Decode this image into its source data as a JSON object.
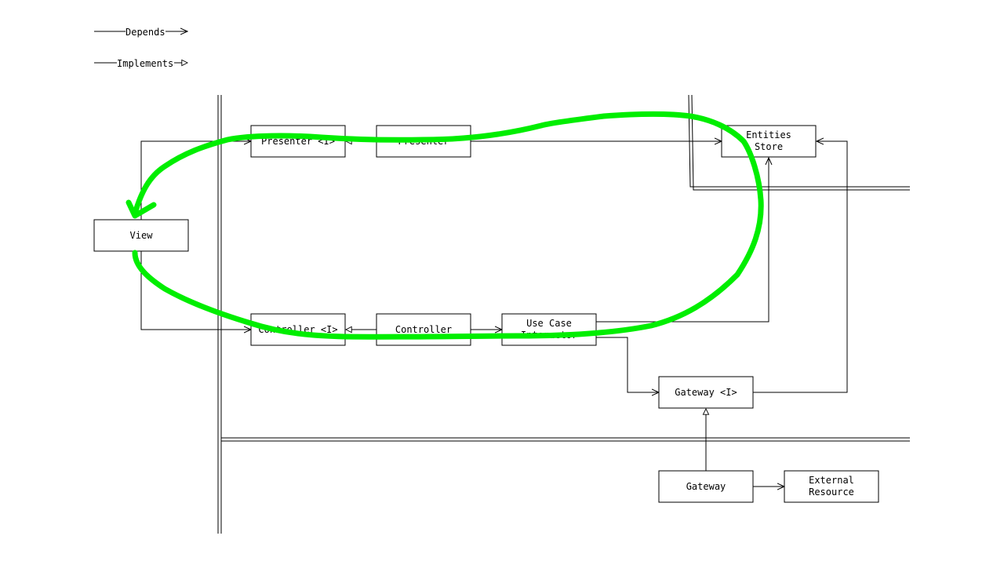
{
  "legend": {
    "depends_label": "Depends",
    "implements_label": "Implements"
  },
  "nodes": {
    "presenter_interface": "Presenter <I>",
    "presenter": "Presenter",
    "entities_store": [
      "Entities",
      "Store"
    ],
    "view": "View",
    "controller_interface": "Controller <I>",
    "controller": "Controller",
    "use_case_interactor": [
      "Use Case",
      "Interactor"
    ],
    "gateway_interface": "Gateway <I>",
    "gateway": "Gateway",
    "external_resource": [
      "External",
      "Resource"
    ]
  },
  "colors": {
    "highlight_stroke": "#00ee00",
    "line": "#000000",
    "box_fill": "#ffffff"
  }
}
